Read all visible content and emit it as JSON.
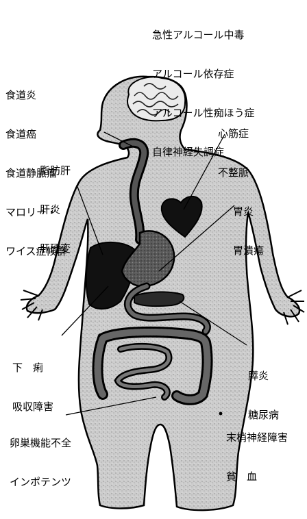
{
  "labels": {
    "brain": [
      "急性アルコール中毒",
      "アルコール依存症",
      "アルコール性痴ほう症",
      "自律神経失調症"
    ],
    "esophagus": [
      "食道炎",
      "食道癌",
      "食道静脈瘤",
      "マロリー・",
      "ワイス症候群"
    ],
    "heart": [
      "心筋症",
      "不整脈"
    ],
    "liver": [
      "脂肪肝",
      "肝炎",
      "肝硬変"
    ],
    "stomach": [
      "胃炎",
      "胃潰瘍"
    ],
    "intestine": [
      "下　痢",
      "吸収障害"
    ],
    "pancreas": [
      "膵炎",
      "糖尿病"
    ],
    "gonads": [
      "卵巣機能不全",
      "インポテンツ"
    ],
    "nerves": [
      "末梢神経障害",
      "貧　血"
    ]
  },
  "colors": {
    "body_fill": "#c9c9c9",
    "organ_dark": "#151515",
    "organ_mid": "#4a4a4a",
    "brain_fill": "#e8e8e8",
    "outline": "#000000"
  }
}
